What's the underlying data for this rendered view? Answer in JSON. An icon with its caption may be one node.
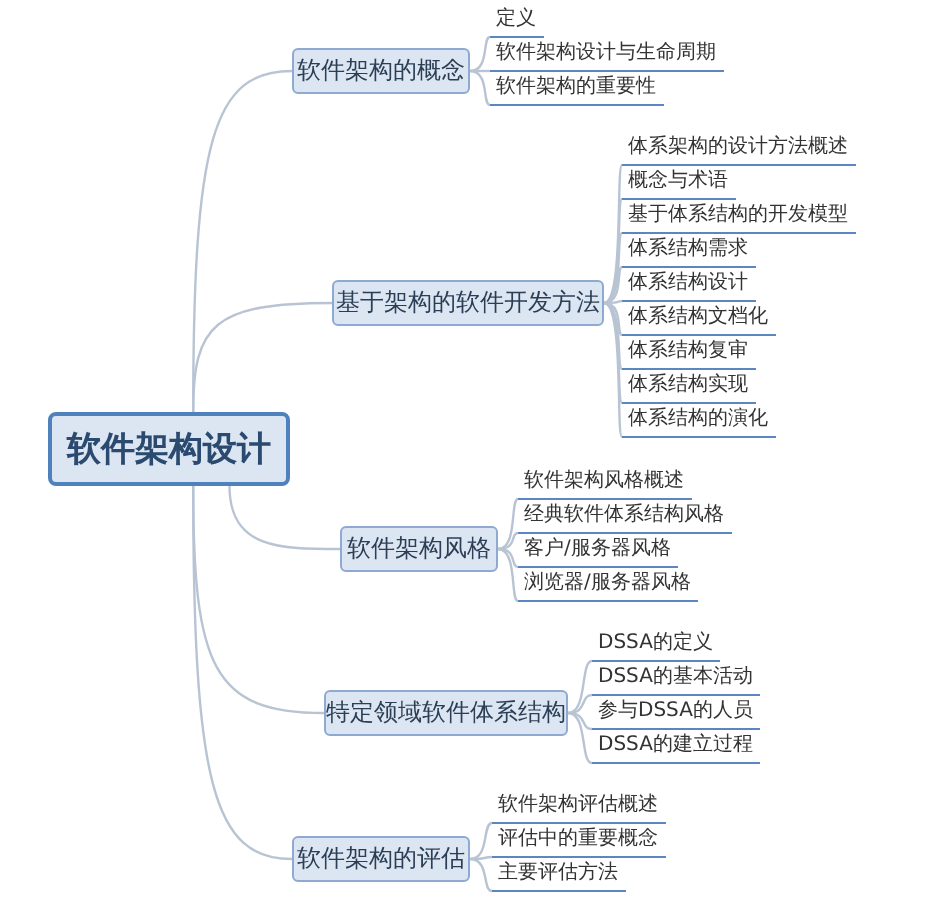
{
  "diagram": {
    "nodes": [
      {
        "text": [
          "软件架构设计"
        ]
      },
      {
        "text": [
          "软件架构的概念"
        ]
      },
      {
        "text": [
          "定义"
        ]
      },
      {
        "text": [
          "软件架构设计与生命周期"
        ]
      },
      {
        "text": [
          "软件架构的重要性"
        ]
      },
      {
        "text": [
          "基于架构的软件开发方法"
        ]
      },
      {
        "text": [
          "体系架构的设计方法概述"
        ]
      },
      {
        "text": [
          "概念与术语"
        ]
      },
      {
        "text": [
          "基于体系结构的开发模型"
        ]
      },
      {
        "text": [
          "体系结构需求"
        ]
      },
      {
        "text": [
          "体系结构设计"
        ]
      },
      {
        "text": [
          "体系结构文档化"
        ]
      },
      {
        "text": [
          "体系结构复审"
        ]
      },
      {
        "text": [
          "体系结构实现"
        ]
      },
      {
        "text": [
          "体系结构的演化"
        ]
      },
      {
        "text": [
          "软件架构风格"
        ]
      },
      {
        "text": [
          "软件架构风格概述"
        ]
      },
      {
        "text": [
          "经典软件体系结构风格"
        ]
      },
      {
        "text": [
          "客户/服务器风格"
        ]
      },
      {
        "text": [
          "浏览器/服务器风格"
        ]
      },
      {
        "text": [
          "特定领域软件体系结构"
        ]
      },
      {
        "text": [
          "DSSA的定义"
        ]
      },
      {
        "text": [
          "DSSA的基本活动"
        ]
      },
      {
        "text": [
          "参与DSSA的人员"
        ]
      },
      {
        "text": [
          "DSSA的建立过程"
        ]
      },
      {
        "text": [
          "软件架构的评估"
        ]
      },
      {
        "text": [
          "软件架构评估概述"
        ]
      },
      {
        "text": [
          "评估中的重要概念"
        ]
      },
      {
        "text": [
          "主要评估方法"
        ]
      }
    ],
    "edges": [
      {
        "from": 0,
        "to": 1,
        "arrow": "none"
      },
      {
        "from": 0,
        "to": 5,
        "arrow": "none"
      },
      {
        "from": 0,
        "to": 15,
        "arrow": "none"
      },
      {
        "from": 0,
        "to": 20,
        "arrow": "none"
      },
      {
        "from": 0,
        "to": 25,
        "arrow": "none"
      },
      {
        "from": 1,
        "to": 2,
        "arrow": "none"
      },
      {
        "from": 1,
        "to": 3,
        "arrow": "none"
      },
      {
        "from": 1,
        "to": 4,
        "arrow": "none"
      },
      {
        "from": 5,
        "to": 6,
        "arrow": "none"
      },
      {
        "from": 5,
        "to": 7,
        "arrow": "none"
      },
      {
        "from": 5,
        "to": 8,
        "arrow": "none"
      },
      {
        "from": 5,
        "to": 9,
        "arrow": "none"
      },
      {
        "from": 5,
        "to": 10,
        "arrow": "none"
      },
      {
        "from": 5,
        "to": 11,
        "arrow": "none"
      },
      {
        "from": 5,
        "to": 12,
        "arrow": "none"
      },
      {
        "from": 5,
        "to": 13,
        "arrow": "none"
      },
      {
        "from": 5,
        "to": 14,
        "arrow": "none"
      },
      {
        "from": 15,
        "to": 16,
        "arrow": "none"
      },
      {
        "from": 15,
        "to": 17,
        "arrow": "none"
      },
      {
        "from": 15,
        "to": 18,
        "arrow": "none"
      },
      {
        "from": 15,
        "to": 19,
        "arrow": "none"
      },
      {
        "from": 20,
        "to": 21,
        "arrow": "none"
      },
      {
        "from": 20,
        "to": 22,
        "arrow": "none"
      },
      {
        "from": 20,
        "to": 23,
        "arrow": "none"
      },
      {
        "from": 20,
        "to": 24,
        "arrow": "none"
      },
      {
        "from": 25,
        "to": 26,
        "arrow": "none"
      },
      {
        "from": 25,
        "to": 27,
        "arrow": "none"
      },
      {
        "from": 25,
        "to": 28,
        "arrow": "none"
      }
    ]
  }
}
